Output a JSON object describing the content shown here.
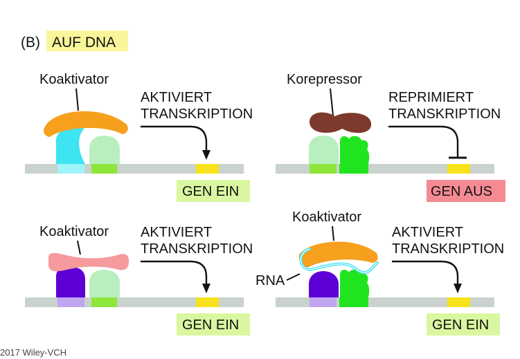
{
  "panel": {
    "letter": "(B)",
    "title": "AUF DNA",
    "highlight_color": "#f9f59a"
  },
  "copyright": "2017 Wiley-VCH",
  "colors": {
    "dna": "#c9d2cc",
    "orange": "#f7a01e",
    "cyan": "#3fe4f2",
    "cyan_light": "#9ef4f8",
    "green_light": "#b9efbf",
    "green": "#21e421",
    "green_site": "#8ee63a",
    "brown": "#7d3a2c",
    "pink": "#f59b9d",
    "purple": "#5d00d6",
    "purple_light": "#c2a5f0",
    "yellow": "#f7e21c",
    "on_box": "#d9f7a0",
    "off_box": "#f48b92"
  },
  "quadrants": [
    {
      "cofactor": "Koaktivator",
      "action_line1": "AKTIVIERT",
      "action_line2": "TRANSKRIPTION",
      "gene_state": "GEN EIN"
    },
    {
      "cofactor": "Korepressor",
      "action_line1": "REPRIMIERT",
      "action_line2": "TRANSKRIPTION",
      "gene_state": "GEN AUS"
    },
    {
      "cofactor": "Koaktivator",
      "action_line1": "AKTIVIERT",
      "action_line2": "TRANSKRIPTION",
      "gene_state": "GEN EIN"
    },
    {
      "cofactor": "Koaktivator",
      "action_line1": "AKTIVIERT",
      "action_line2": "TRANSKRIPTION",
      "gene_state": "GEN EIN",
      "rna_label": "RNA"
    }
  ]
}
